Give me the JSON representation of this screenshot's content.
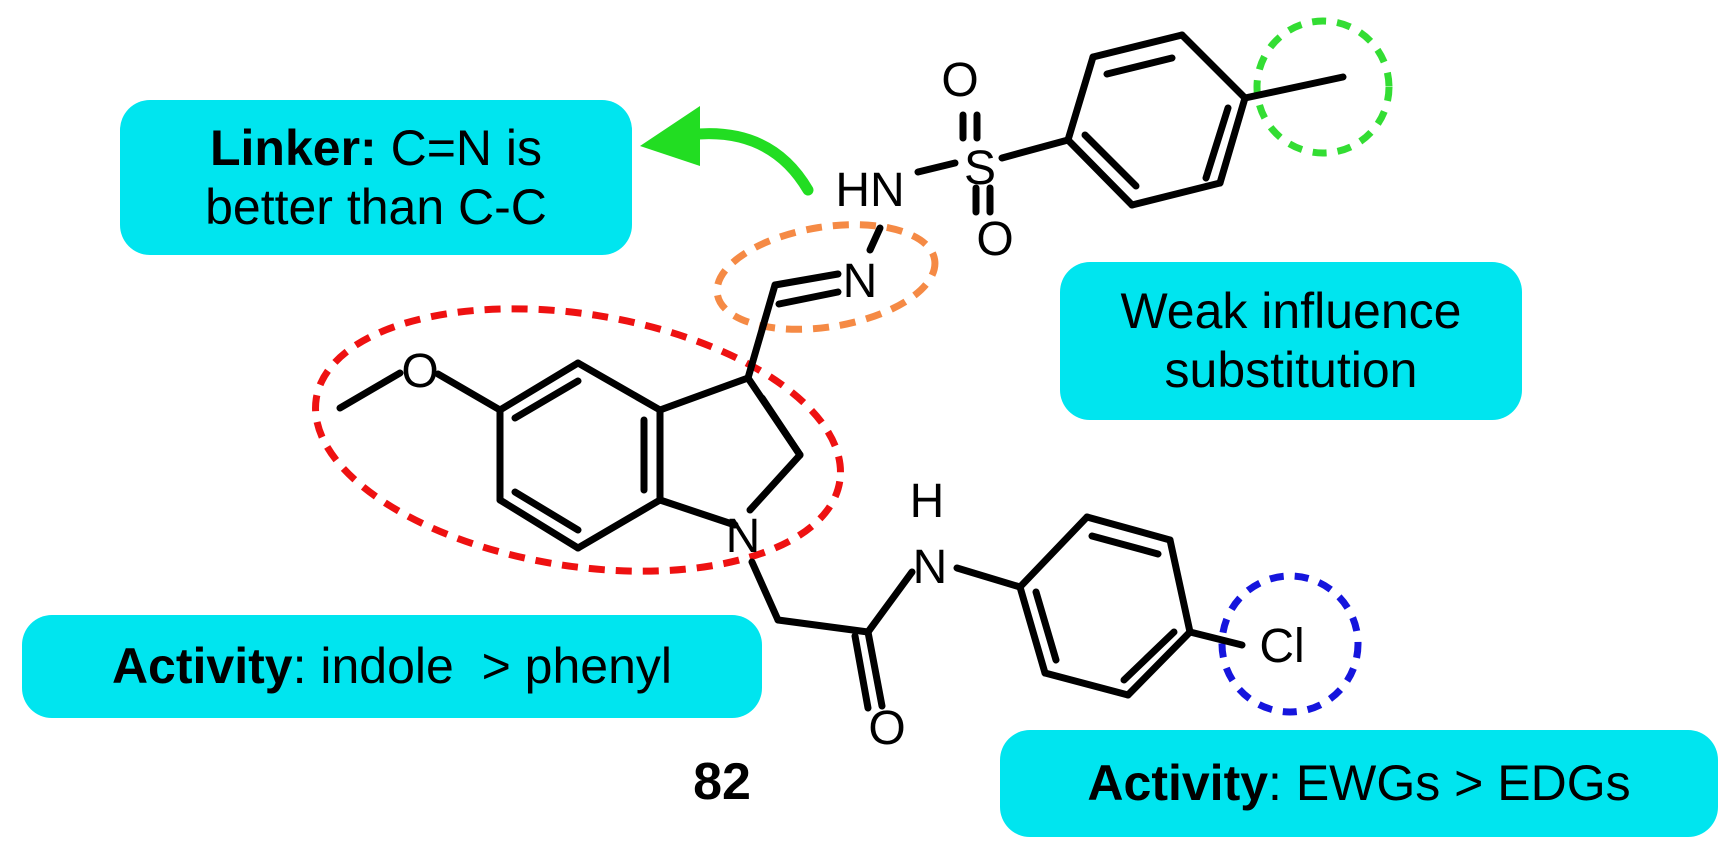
{
  "colors": {
    "label_box": "#00e5ef",
    "bond": "#000000",
    "arrow": "#22dd22",
    "indole_highlight": "#ee1111",
    "linker_highlight": "#f58a45",
    "methyl_highlight": "#33dd33",
    "chloro_highlight": "#1515dd"
  },
  "annotations": {
    "linker": {
      "bold": "Linker:",
      "text1": " C=N is",
      "text2": "better than C-C"
    },
    "weak": {
      "line1": "Weak influence",
      "line2": "substitution"
    },
    "indole": {
      "bold": "Activity",
      "text": ": indole  > phenyl"
    },
    "ewg": {
      "bold": "Activity",
      "text": ": EWGs > EDGs"
    }
  },
  "atoms": {
    "methoxy_o": "O",
    "sulfonyl_o_top": "O",
    "sulfonyl_o_bottom": "O",
    "sulfur": "S",
    "hn": "HN",
    "imine_n": "N",
    "indole_n": "N",
    "amide_h": "H",
    "amide_n": "N",
    "carbonyl_o": "O",
    "chlorine": "Cl"
  },
  "compound_number": "82",
  "icons": {
    "arrow": "curved-arrow-icon"
  }
}
